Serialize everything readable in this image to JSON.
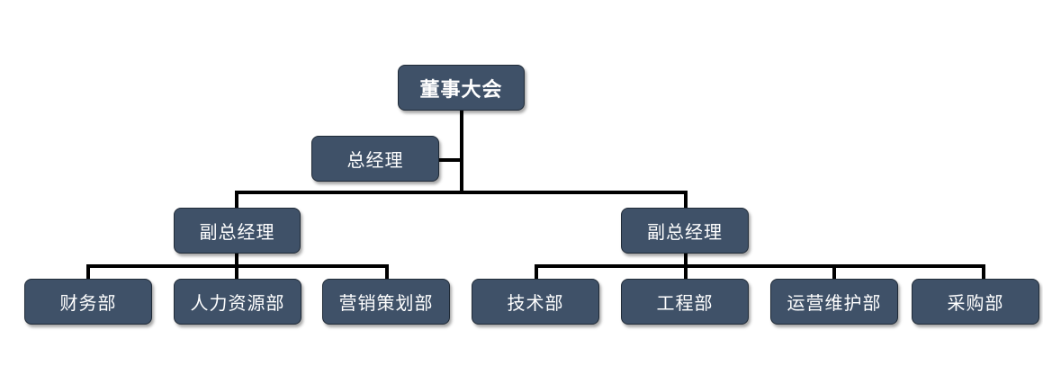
{
  "chart": {
    "root": "董事大会",
    "general_manager": "总经理",
    "deputy_left": "副总经理",
    "deputy_right": "副总经理",
    "departments_left": [
      "财务部",
      "人力资源部",
      "营销策划部"
    ],
    "departments_right": [
      "技术部",
      "工程部",
      "运营维护部",
      "采购部"
    ]
  },
  "colors": {
    "box_fill": "#3f5168",
    "box_border": "#1f2a37",
    "text": "#ffffff",
    "line": "#000000"
  }
}
